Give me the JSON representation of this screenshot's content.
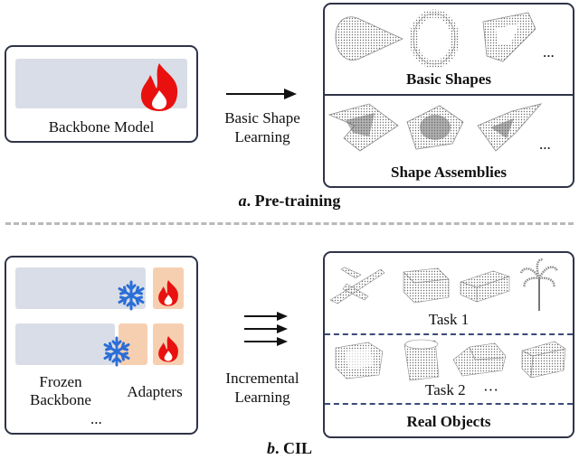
{
  "pretraining": {
    "backbone_label": "Backbone Model",
    "arrow_label_line1": "Basic Shape",
    "arrow_label_line2": "Learning",
    "basic_shapes_label": "Basic Shapes",
    "shape_assemblies_label": "Shape Assemblies",
    "ellipsis_top": "...",
    "ellipsis_mid": "...",
    "caption_letter": "a",
    "caption_text": ". Pre-training"
  },
  "cil": {
    "frozen_line1": "Frozen",
    "frozen_line2": "Backbone",
    "adapters_label": "Adapters",
    "ellipsis_bottom": "...",
    "arrow_label_line1": "Incremental",
    "arrow_label_line2": "Learning",
    "task1_label": "Task 1",
    "task2_label": "Task 2",
    "task2_ellipsis": "···",
    "real_objects_label": "Real Objects",
    "caption_letter": "b",
    "caption_text": ". CIL"
  },
  "icons": [
    "fire-icon",
    "snowflake-icon",
    "arrow-right-icon",
    "point-cloud-shape"
  ],
  "colors": {
    "box_border": "#2f3448",
    "backbone_bar": "#d9dde7",
    "adapter": "#f6cfb1",
    "fire": "#e8110f",
    "snowflake": "#2a6ed6",
    "dashed_divider": "#b9b9b9",
    "task_divider": "#3b4a78"
  }
}
